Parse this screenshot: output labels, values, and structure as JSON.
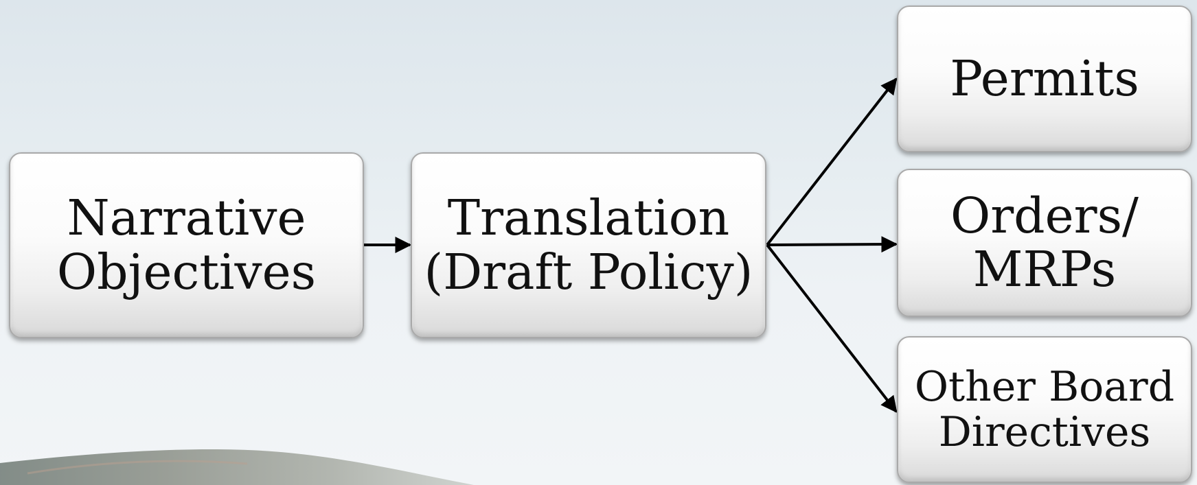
{
  "boxes": {
    "narrative": "Narrative\nObjectives",
    "translation": "Translation\n(Draft Policy)",
    "permits": "Permits",
    "orders": "Orders/\nMRPs",
    "other": "Other Board\nDirectives"
  },
  "colors": {
    "background_top": "#dde6ec",
    "background_bottom": "#f2f5f7",
    "box_fill": "#ffffff",
    "box_border": "#a9a9a9",
    "arrow": "#000000",
    "text": "#111111"
  },
  "connectors": [
    {
      "from": "Narrative Objectives",
      "to": "Translation (Draft Policy)"
    },
    {
      "from": "Translation (Draft Policy)",
      "to": "Permits"
    },
    {
      "from": "Translation (Draft Policy)",
      "to": "Orders/ MRPs"
    },
    {
      "from": "Translation (Draft Policy)",
      "to": "Other Board Directives"
    }
  ]
}
